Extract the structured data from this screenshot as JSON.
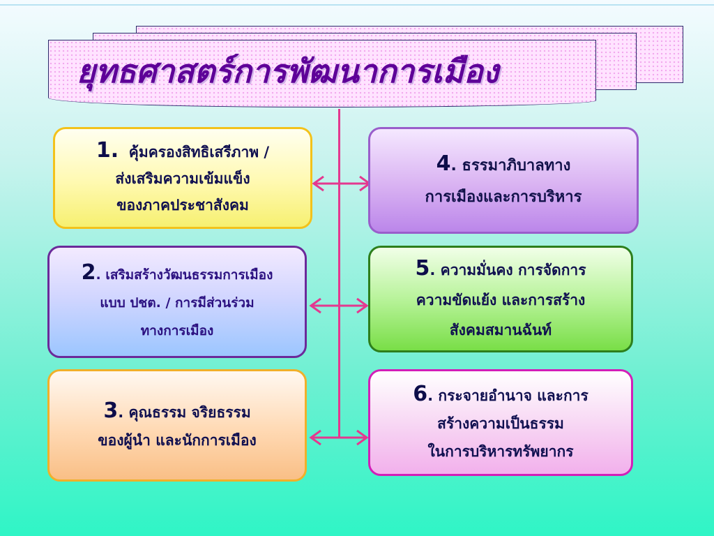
{
  "slide": {
    "title": "ยุทธศาสตร์การพัฒนาการเมือง"
  },
  "colors": {
    "title": "#5e0098",
    "connector": "#e4388f",
    "box1_border": "#f3c21b",
    "box2_border": "#6b2a9a",
    "box3_border": "#f0b02a",
    "box4_border": "#9a5ecb",
    "box5_border": "#2d7f1c",
    "box6_border": "#d21fb8"
  },
  "boxes": [
    {
      "number": "1.",
      "lines": [
        "คุ้มครองสิทธิเสรีภาพ /",
        "ส่งเสริมความเข้มแข็ง",
        "ของภาคประชาสังคม"
      ]
    },
    {
      "number": "2",
      "lines": [
        ". เสริมสร้างวัฒนธรรมการเมือง",
        "แบบ ปชต. / การมีส่วนร่วม",
        "ทางการเมือง"
      ]
    },
    {
      "number": "3",
      "lines": [
        ". คุณธรรม จริยธรรม",
        "ของผู้นำ และนักการเมือง"
      ]
    },
    {
      "number": "4",
      "lines": [
        ". ธรรมาภิบาลทาง",
        "การเมืองและการบริหาร"
      ]
    },
    {
      "number": "5",
      "lines": [
        ". ความมั่นคง การจัดการ",
        "ความขัดแย้ง และการสร้าง",
        "สังคมสมานฉันท์"
      ]
    },
    {
      "number": "6",
      "lines": [
        ". กระจายอำนาจ และการ",
        "สร้างความเป็นธรรม",
        "ในการบริหารทรัพยากร"
      ]
    }
  ]
}
